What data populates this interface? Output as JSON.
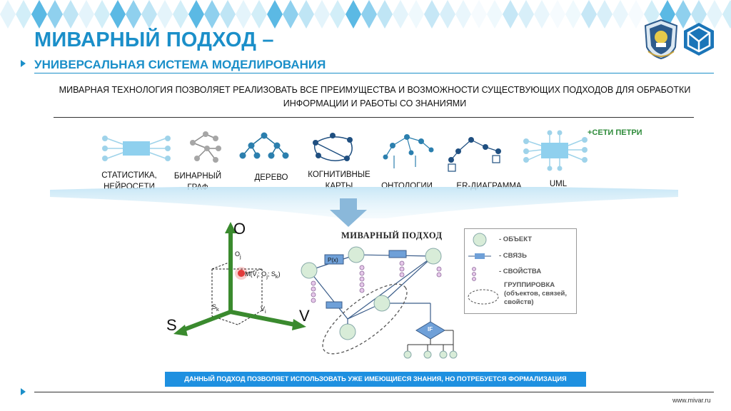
{
  "header": {
    "title_line1": "МИВАРНЫЙ ПОДХОД –",
    "title_line2": "УНИВЕРСАЛЬНАЯ СИСТЕМА МОДЕЛИРОВАНИЯ"
  },
  "lead_text": "МИВАРНАЯ ТЕХНОЛОГИЯ ПОЗВОЛЯЕТ РЕАЛИЗОВАТЬ ВСЕ ПРЕИМУЩЕСТВА И ВОЗМОЖНОСТИ СУЩЕСТВУЮЩИХ ПОДХОДОВ ДЛЯ ОБРАБОТКИ ИНФОРМАЦИИ И РАБОТЫ СО ЗНАНИЯМИ",
  "approaches": {
    "petri": "+СЕТИ ПЕТРИ",
    "statistics_1": "СТАТИСТИКА,",
    "statistics_2": "НЕЙРОСЕТИ",
    "binary_1": "БИНАРНЫЙ",
    "binary_2": "ГРАФ",
    "tree": "ДЕРЕВО",
    "cognitive_1": "КОГНИТИВНЫЕ",
    "cognitive_2": "КАРТЫ",
    "ontologies": "ОНТОЛОГИИ",
    "er": "ER-ДИАГРАММА",
    "uml": "UML"
  },
  "axes": {
    "o": "O",
    "s": "S",
    "v": "V",
    "oj": "O",
    "oj_sub": "j",
    "sk": "S",
    "sk_sub": "k",
    "vi": "V",
    "vi_sub": "i",
    "point": "M(V",
    "point_i": "i",
    "point_mid": "; O",
    "point_j": "j",
    "point_mid2": "; S",
    "point_k": "k",
    "point_end": ")"
  },
  "diagram": {
    "title": "МИВАРНЫЙ ПОДХОД",
    "px": "P(x)",
    "if": "IF"
  },
  "legend": {
    "object": "- ОБЪЕКТ",
    "link": "- СВЯЗЬ",
    "props": "- СВОЙСТВА",
    "group_1": "ГРУППИРОВКА",
    "group_2": "(объектов, связей,",
    "group_3": "свойств)"
  },
  "banner": "ДАННЫЙ ПОДХОД ПОЗВОЛЯЕТ ИСПОЛЬЗОВАТЬ УЖЕ ИМЕЮЩИЕСЯ ЗНАНИЯ, НО ПОТРЕБУЕТСЯ ФОРМАЛИЗАЦИЯ",
  "footer_url": "www.mivar.ru",
  "colors": {
    "accent": "#1b8fc9",
    "node": "#3e9fc4",
    "axis_green": "#3a8a2e",
    "banner": "#1e90e0",
    "petri": "#2e8b3a"
  },
  "logos": {
    "left": "university-emblem",
    "right": "mivar-cube-logo"
  }
}
